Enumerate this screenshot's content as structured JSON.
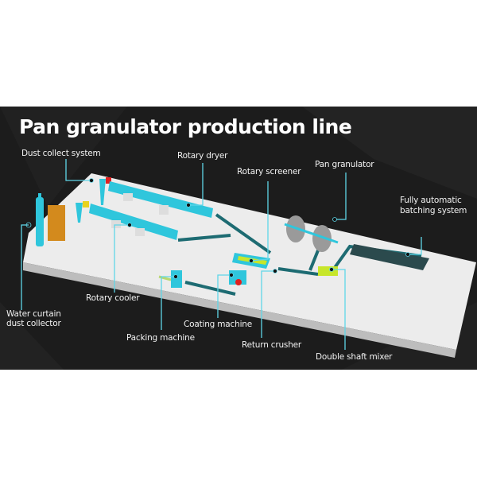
{
  "title": "Pan granulator production line",
  "labels": {
    "dust_collect": "Dust collect system",
    "rotary_dryer": "Rotary dryer",
    "rotary_screener": "Rotary screener",
    "pan_granulator": "Pan granulator",
    "batching_1": "Fully automatic",
    "batching_2": "batching system",
    "rotary_cooler": "Rotary cooler",
    "water_curtain_1": "Water curtain",
    "water_curtain_2": "dust collector",
    "coating": "Coating machine",
    "packing": "Packing machine",
    "return_crusher": "Return crusher",
    "mixer": "Double shaft mixer"
  },
  "colors": {
    "background": "#1c1c1c",
    "equipment": "#2fc6dc",
    "leader": "#5fd6e8",
    "platform": "#eeeeee",
    "accent": "#c7e62a"
  }
}
